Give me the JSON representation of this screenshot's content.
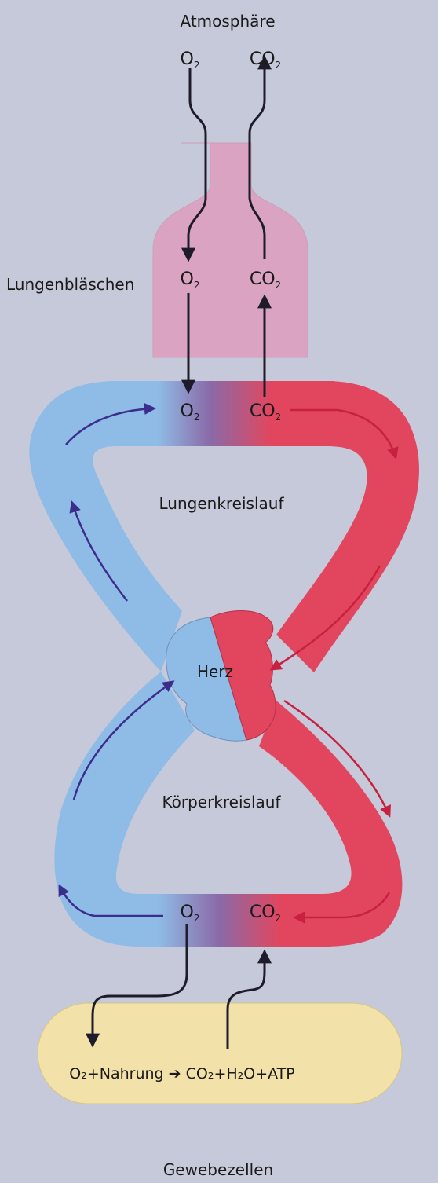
{
  "colors": {
    "background": "#c6c9d9",
    "oxygenated_blood": "#e2465e",
    "deoxygenated_blood": "#8fbce6",
    "mixed_blood": "#8a6aa8",
    "alveoli": "#d9a3c1",
    "tissue": "#f2e1a8",
    "arrow_dark": "#1e1b2b",
    "arrow_blue_side": "#3b2d8c",
    "arrow_red_side": "#c7213f",
    "text": "#1a1a1a"
  },
  "labels": {
    "atmosphere": "Atmosphäre",
    "alveoli": "Lungenbläschen",
    "pulmonary_circulation": "Lungenkreislauf",
    "heart": "Herz",
    "systemic_circulation": "Körperkreislauf",
    "tissue_cells": "Gewebezellen",
    "equation": "O₂+Nahrung ➔ CO₂+H₂O+ATP"
  },
  "gases": {
    "oxygen": "O",
    "carbon_dioxide": "CO",
    "subscript": "2"
  },
  "icons": {
    "flow_arrow": "arrow-icon"
  }
}
